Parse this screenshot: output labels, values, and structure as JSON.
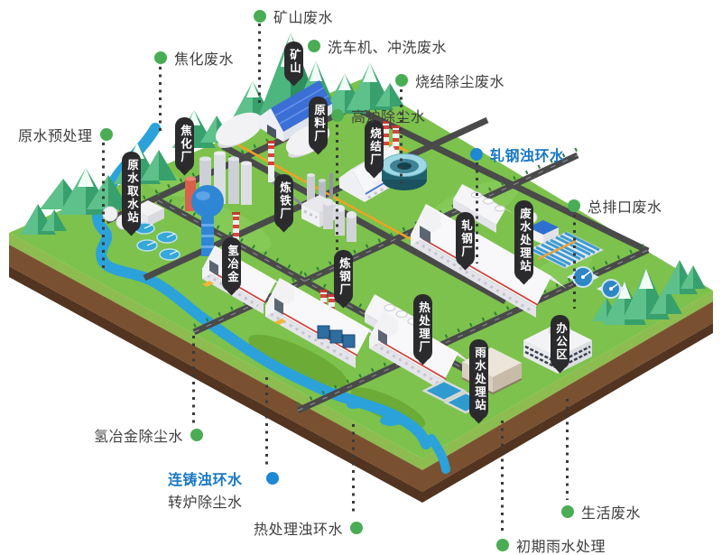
{
  "buildings": [
    {
      "id": "mine",
      "label": "矿山"
    },
    {
      "id": "coking-plant",
      "label": "焦化厂"
    },
    {
      "id": "raw-material-plant",
      "label": "原料厂"
    },
    {
      "id": "sintering-plant",
      "label": "烧结厂"
    },
    {
      "id": "raw-water-intake-station",
      "label": "原水取水站"
    },
    {
      "id": "ironmaking-plant",
      "label": "炼铁厂"
    },
    {
      "id": "hydrogen-metallurgy",
      "label": "氢冶金"
    },
    {
      "id": "steelmaking-plant",
      "label": "炼钢厂"
    },
    {
      "id": "rolling-mill",
      "label": "轧钢厂"
    },
    {
      "id": "wastewater-treatment-station",
      "label": "废水处理站"
    },
    {
      "id": "heat-treatment-plant",
      "label": "热处理厂"
    },
    {
      "id": "rainwater-treatment-station",
      "label": "雨水处理站"
    },
    {
      "id": "office-area",
      "label": "办公区"
    }
  ],
  "callouts": [
    {
      "id": "mine-wastewater",
      "label": "矿山废水",
      "dot": "green"
    },
    {
      "id": "car-wash-flushing-wastewater",
      "label": "洗车机、冲洗废水",
      "dot": "green"
    },
    {
      "id": "coking-wastewater",
      "label": "焦化废水",
      "dot": "green"
    },
    {
      "id": "sintering-dust-removal-wastewater",
      "label": "烧结除尘废水",
      "dot": "green"
    },
    {
      "id": "raw-water-pretreatment",
      "label": "原水预处理",
      "dot": "green"
    },
    {
      "id": "blast-furnace-dust-removal-water",
      "label": "高炉除尘水",
      "dot": "green"
    },
    {
      "id": "rolling-turbid-circulating-water",
      "label": "轧钢浊环水",
      "dot": "blue"
    },
    {
      "id": "outfall-wastewater",
      "label": "总排口废水",
      "dot": "green"
    },
    {
      "id": "hydrogen-metallurgy-dust-removal-water",
      "label": "氢冶金除尘水",
      "dot": "green"
    },
    {
      "id": "continuous-casting-turbid-circulating-water",
      "label": "连铸浊环水",
      "dot": "blue"
    },
    {
      "id": "converter-dust-removal-water",
      "label": "转炉除尘水",
      "dot": "none"
    },
    {
      "id": "heat-treatment-turbid-circulating-water",
      "label": "热处理浊环水",
      "dot": "green"
    },
    {
      "id": "domestic-wastewater",
      "label": "生活废水",
      "dot": "green"
    },
    {
      "id": "initial-rainwater-treatment",
      "label": "初期雨水处理",
      "dot": "green"
    }
  ],
  "colors": {
    "grass": "#7cc24c",
    "river": "#2ba2da",
    "soil": "#7a5130",
    "soil_dark": "#523420",
    "label_text": "#3f3f3f",
    "blue_label": "#1878c4",
    "green_dot": "#4aad55",
    "blue_dot": "#1e88d2",
    "tag_bg": "#2b2b2e",
    "road": "#4a4a4a",
    "pipeline": "#f0a223"
  }
}
